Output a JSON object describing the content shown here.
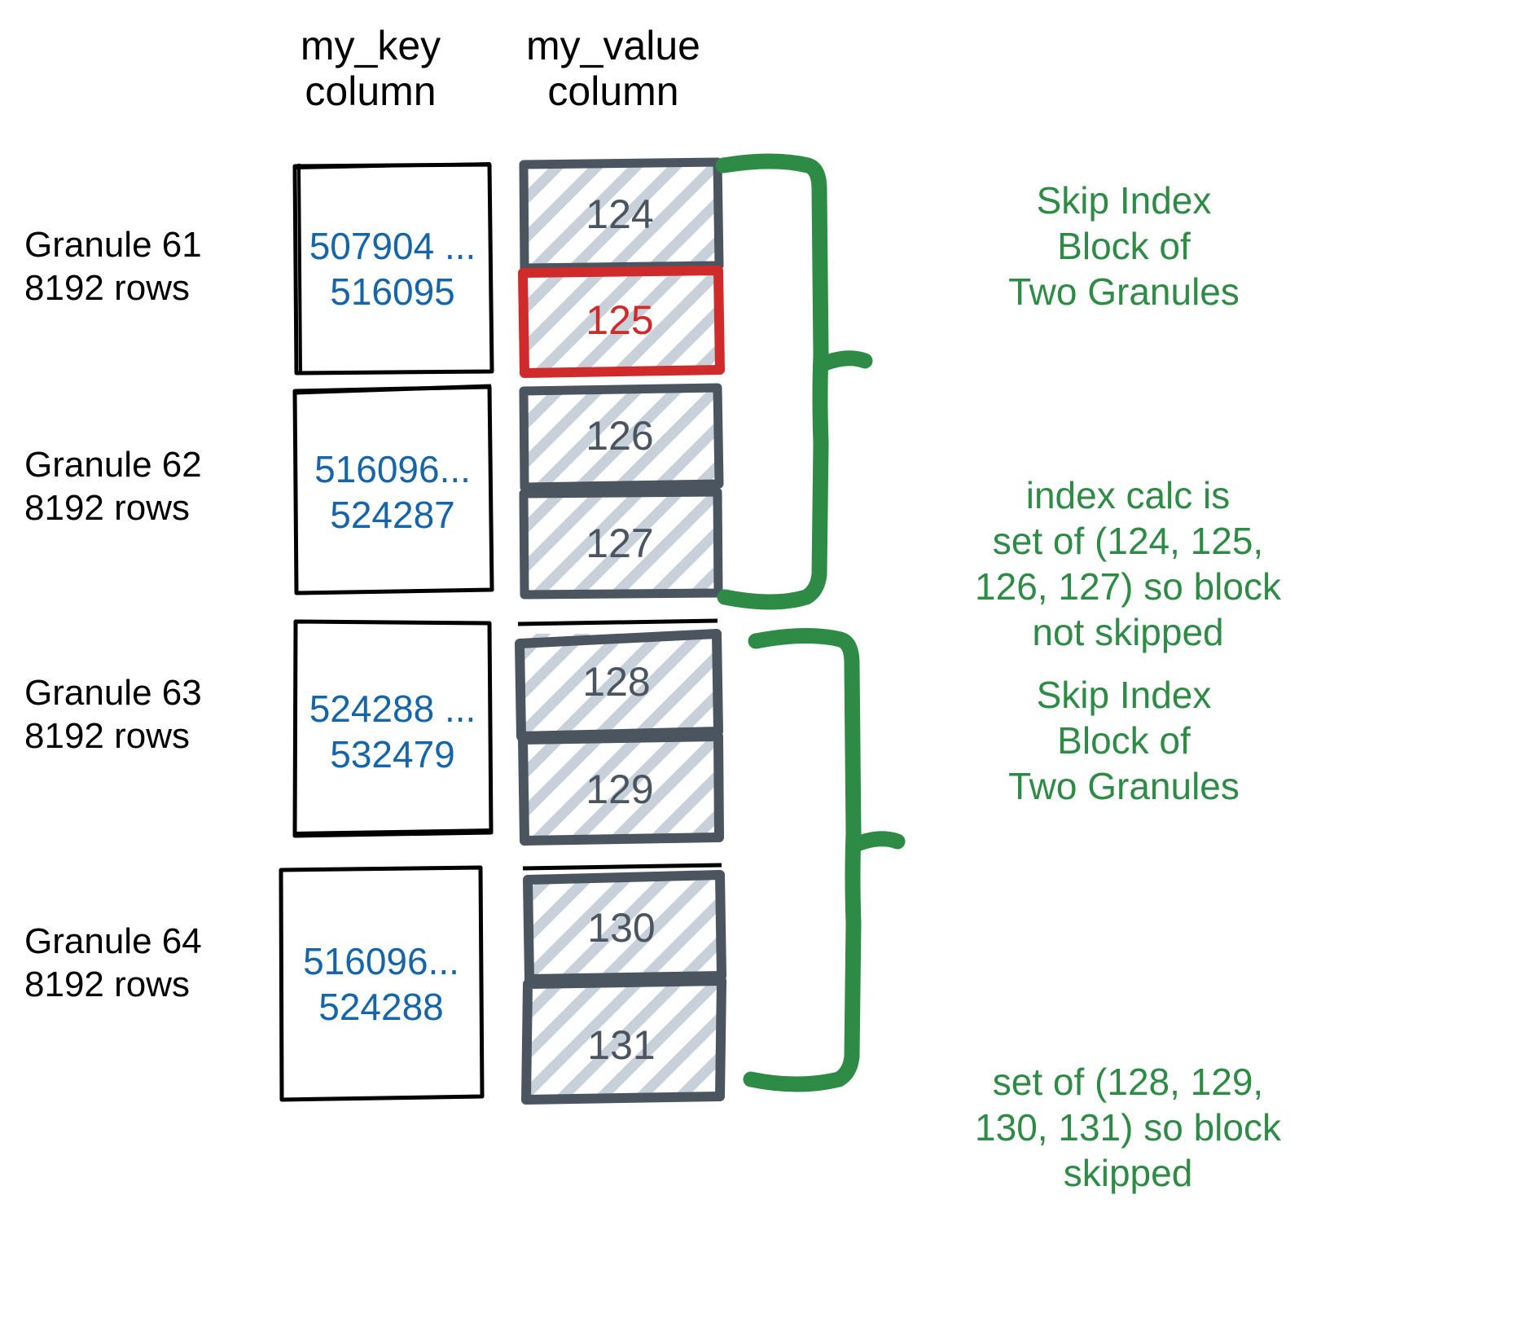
{
  "headers": {
    "key_column": "my_key\ncolumn",
    "value_column": "my_value\ncolumn"
  },
  "colors": {
    "key_text": "#1565A8",
    "value_text": "#4A5560",
    "highlight": "#D02B2B",
    "annotation": "#2E8B45",
    "box_outline": "#000000",
    "value_box_outline": "#4A5560",
    "hatch": "#C8D0DA",
    "background": "#FFFFFF"
  },
  "granules": [
    {
      "label": "Granule 61\n8192 rows",
      "key_range": "507904 ...\n516095",
      "values": [
        {
          "text": "124",
          "highlighted": false
        },
        {
          "text": "125",
          "highlighted": true
        }
      ]
    },
    {
      "label": "Granule 62\n8192 rows",
      "key_range": "516096...\n524287",
      "values": [
        {
          "text": "126",
          "highlighted": false
        },
        {
          "text": "127",
          "highlighted": false
        }
      ]
    },
    {
      "label": "Granule 63\n8192 rows",
      "key_range": "524288 ...\n532479",
      "values": [
        {
          "text": "128",
          "highlighted": false
        },
        {
          "text": "129",
          "highlighted": false
        }
      ]
    },
    {
      "label": "Granule 64\n8192 rows",
      "key_range": "516096...\n524288",
      "values": [
        {
          "text": "130",
          "highlighted": false
        },
        {
          "text": "131",
          "highlighted": false
        }
      ]
    }
  ],
  "annotations": [
    {
      "text": "Skip Index\nBlock of\nTwo Granules"
    },
    {
      "text": "index calc is\nset of (124, 125,\n126, 127) so block\nnot skipped"
    },
    {
      "text": "Skip Index\nBlock of\nTwo Granules"
    },
    {
      "text": "set of (128, 129,\n130, 131) so block\nskipped"
    }
  ]
}
